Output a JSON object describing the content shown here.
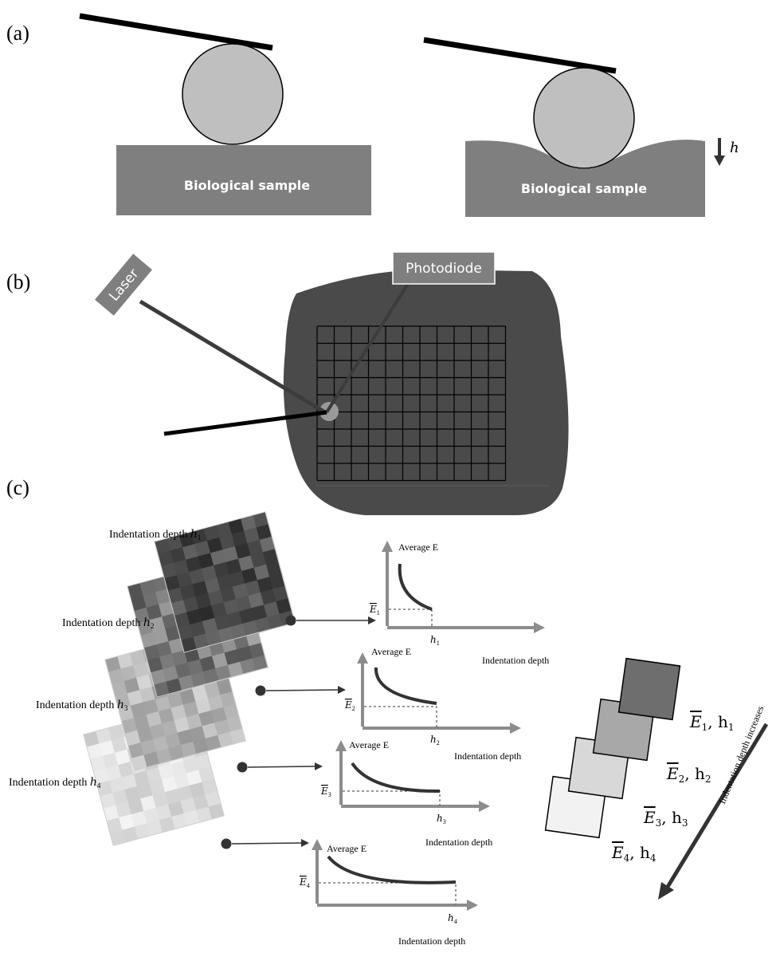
{
  "panels": {
    "a": {
      "label": "(a)",
      "sample_left": "Biological sample",
      "sample_right": "Biological sample",
      "depth_symbol": "h"
    },
    "b": {
      "label": "(b)",
      "laser": "Laser",
      "photodiode": "Photodiode"
    },
    "c": {
      "label": "(c)",
      "maps": [
        {
          "prefix": "Indentation depth ",
          "sym": "h",
          "sub": "1"
        },
        {
          "prefix": "Indentation depth ",
          "sym": "h",
          "sub": "2"
        },
        {
          "prefix": "Indentation depth ",
          "sym": "h",
          "sub": "3"
        },
        {
          "prefix": "Indentation depth ",
          "sym": "h",
          "sub": "4"
        }
      ],
      "graphs": [
        {
          "ylabel": "Average E",
          "xlabel": "Indentation depth",
          "e_sub": "1",
          "h_sub": "1"
        },
        {
          "ylabel": "Average E",
          "xlabel": "Indentation depth",
          "e_sub": "2",
          "h_sub": "2"
        },
        {
          "ylabel": "Average E",
          "xlabel": "Indentation depth",
          "e_sub": "3",
          "h_sub": "3"
        },
        {
          "ylabel": "Average E",
          "xlabel": "Indentation depth",
          "e_sub": "4",
          "h_sub": "4"
        }
      ],
      "legend": [
        {
          "e_sub": "1",
          "h_sub": "1",
          "color": "#6e6e6e"
        },
        {
          "e_sub": "2",
          "h_sub": "2",
          "color": "#a8a8a8"
        },
        {
          "e_sub": "3",
          "h_sub": "3",
          "color": "#d8d8d8"
        },
        {
          "e_sub": "4",
          "h_sub": "4",
          "color": "#f2f2f2"
        }
      ],
      "trend_label": "Indentation depth increases",
      "colors": {
        "sample": "#7f7f7f",
        "sphere": "#bfbfbf",
        "dark_substrate": "#4a4a4a",
        "arrow_gray": "#8c8c8c"
      }
    }
  }
}
